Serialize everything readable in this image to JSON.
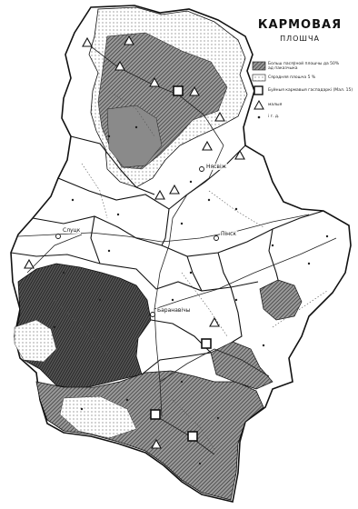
{
  "map": {
    "title": "КАРМОВАЯ",
    "subtitle": "ПЛОШЧА",
    "legend": [
      {
        "symbol": "hatched-area",
        "text": "Больш пасяўной плошчы да 50%",
        "text2": "ад паказчыка"
      },
      {
        "symbol": "light-dotted-area",
        "text": "Сярэдняя плошча 5 %"
      },
      {
        "symbol": "large-square",
        "text": "Буйныя кармавыя гаспадаркі (Мал. 15)"
      },
      {
        "symbol": "triangle",
        "text": "малыя"
      },
      {
        "symbol": "small-dot",
        "text": "і г. д."
      }
    ],
    "places": [
      "Слуцк",
      "Баранавічы",
      "Пінск",
      "Нясвіж"
    ],
    "colors": {
      "dark": "#3a3a3a",
      "medium": "#7a7a7a",
      "light": "#d8d8d8",
      "ink": "#111111"
    }
  }
}
